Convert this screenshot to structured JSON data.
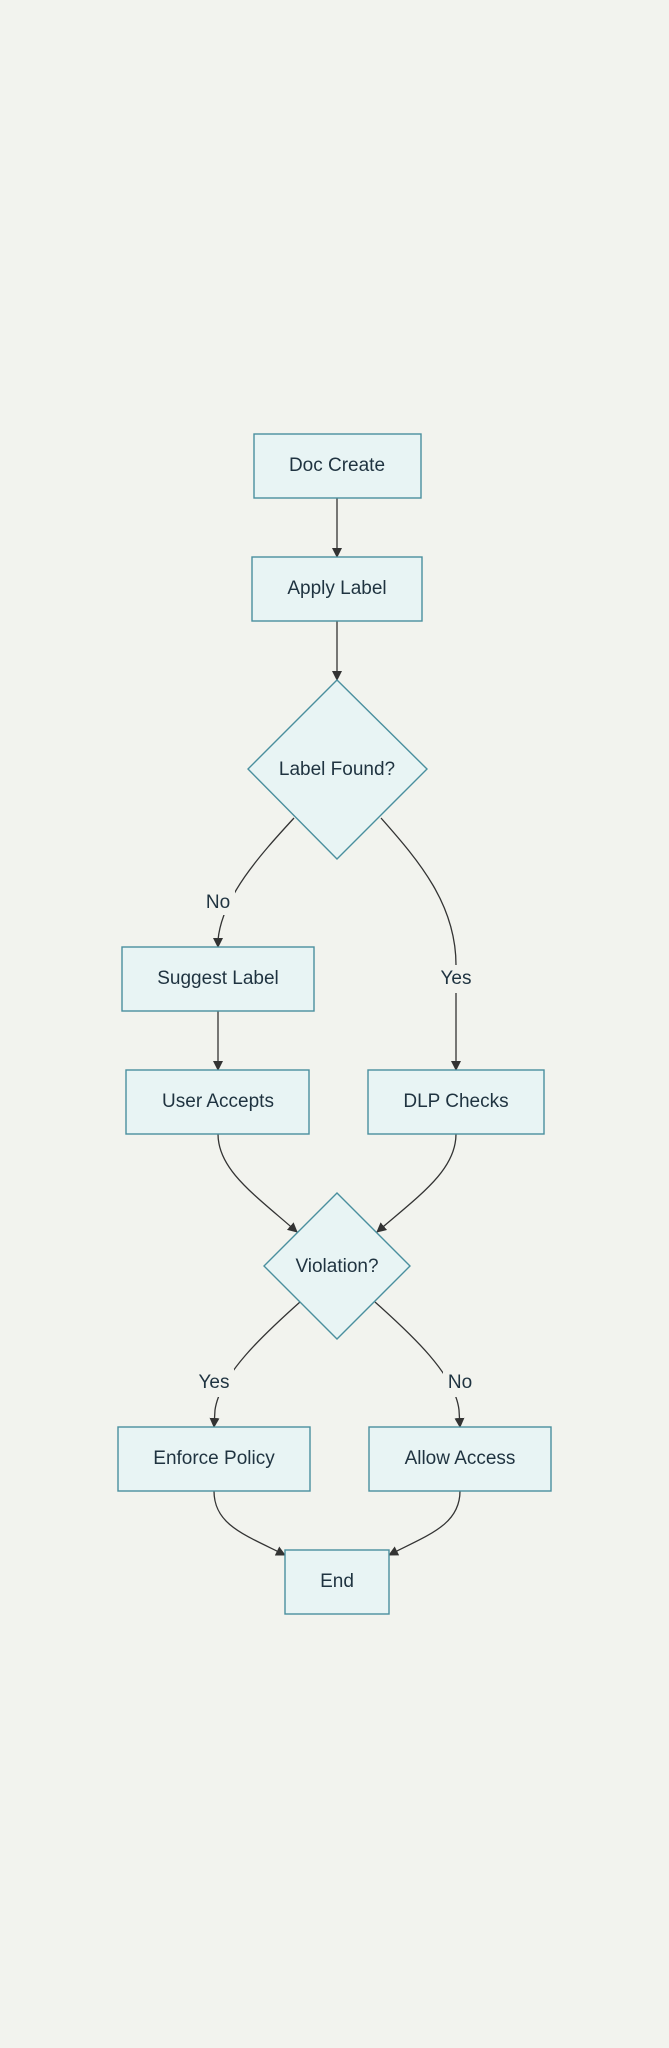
{
  "nodes": {
    "doc_create": "Doc Create",
    "apply_label": "Apply Label",
    "label_found": "Label Found?",
    "suggest_label": "Suggest Label",
    "user_accepts": "User Accepts",
    "dlp_checks": "DLP Checks",
    "violation": "Violation?",
    "enforce_policy": "Enforce Policy",
    "allow_access": "Allow Access",
    "end": "End"
  },
  "edge_labels": {
    "label_found_no": "No",
    "label_found_yes": "Yes",
    "violation_yes": "Yes",
    "violation_no": "No"
  },
  "colors": {
    "background": "#f2f3ee",
    "node_fill": "#e8f4f4",
    "node_stroke": "#4a8f9e",
    "edge": "#333333",
    "text": "#1f3340"
  }
}
